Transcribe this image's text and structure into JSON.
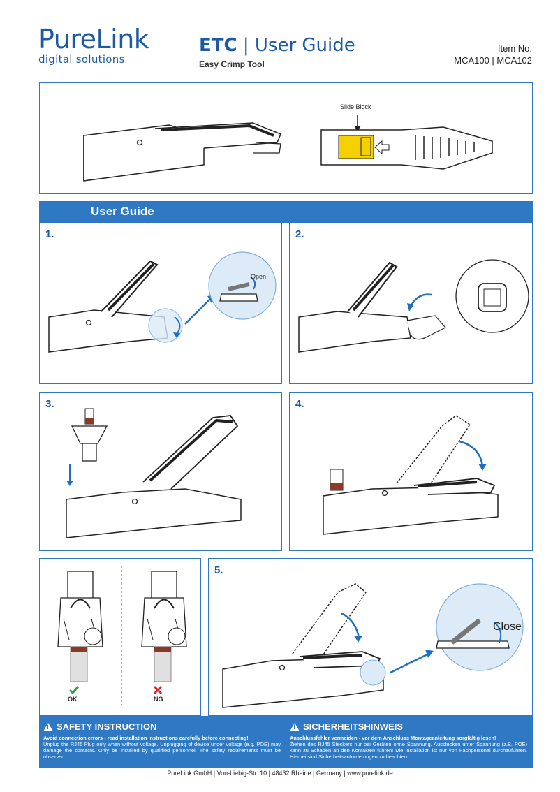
{
  "brand": {
    "name": "PureLink",
    "tagline": "digital solutions",
    "color": "#1c5aa6"
  },
  "header": {
    "title_bold": "ETC",
    "title_rest": " | User Guide",
    "subtitle": "Easy Crimp Tool",
    "item_label": "Item No.",
    "item_numbers": "MCA100 | MCA102"
  },
  "overview": {
    "slide_label": "Slide Block",
    "slide_block_color": "#f5d000"
  },
  "section": {
    "title": "User Guide",
    "bar_color": "#2e78c4"
  },
  "steps": {
    "s1": {
      "num": "1.",
      "callout": "Open"
    },
    "s2": {
      "num": "2."
    },
    "s3": {
      "num": "3."
    },
    "s4": {
      "num": "4."
    },
    "s5": {
      "num": "5.",
      "callout": "Close"
    }
  },
  "check": {
    "ok_label": "OK",
    "ng_label": "NG",
    "ok_color": "#2aa43c",
    "ng_color": "#d62828",
    "ok_icon": "check-icon",
    "ng_icon": "cross-icon"
  },
  "safety": {
    "en": {
      "heading": "SAFETY INSTRUCTION",
      "lead": "Avoid connection errors - read installation instructions carefully before connecting!",
      "body": "Unplug the RJ45 Plug only when without voltage. Unplugging of device under voltage (e.g. POE) may damage the contacts. Only be installed by qualified personnel. The safety requirements must be observed."
    },
    "de": {
      "heading": "SICHERHEITSHINWEIS",
      "lead": "Anschlussfehler vermeiden - vor dem Anschluss Montageanleitung sorgfältig lesen!",
      "body": "Ziehen des RJ45 Steckers nur bei Geräten ohne Spannung. Ausstecken unter Spannung (z.B. POE) kann zu Schäden an den Kontakten führen! Die Installation ist nur von Fachpersonal durchzuführen. Hierbei sind Sicherheitsanforderungen zu beachten."
    }
  },
  "footer": {
    "text": "PureLink GmbH | Von-Liebig-Str. 10 | 48432 Rheine | Germany | www.purelink.de"
  }
}
